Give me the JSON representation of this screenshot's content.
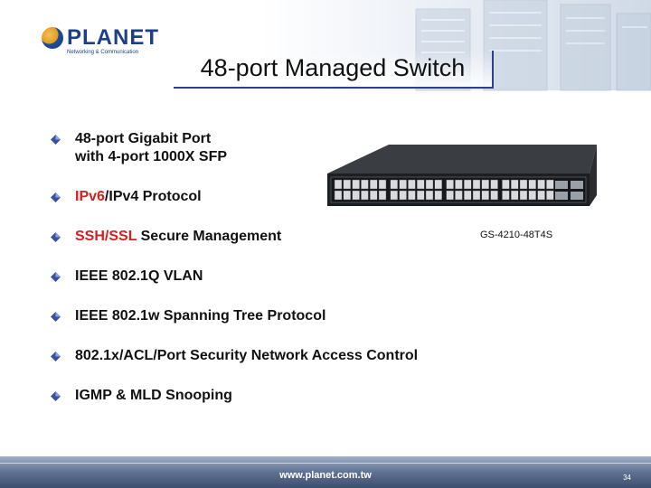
{
  "logo": {
    "brand": "PLANET",
    "tagline": "Networking & Communication"
  },
  "slide": {
    "title": "48-port Managed Switch"
  },
  "bullets": [
    {
      "line1": "48-port Gigabit Port",
      "line2": "with 4-port 1000X SFP"
    },
    {
      "highlight": "IPv6",
      "rest": "/IPv4 Protocol"
    },
    {
      "highlight": "SSH/SSL",
      "rest": " Secure Management"
    },
    {
      "text": "IEEE 802.1Q VLAN"
    },
    {
      "text": "IEEE 802.1w Spanning Tree Protocol"
    },
    {
      "text": "802.1x/ACL/Port Security Network Access Control"
    },
    {
      "text": "IGMP & MLD Snooping"
    }
  ],
  "product": {
    "model": "GS-4210-48T4S"
  },
  "footer": {
    "url": "www.planet.com.tw",
    "page": "34"
  },
  "colors": {
    "highlight": "#d42020",
    "title_border": "#2f3f8f",
    "logo": "#1c3f86"
  }
}
